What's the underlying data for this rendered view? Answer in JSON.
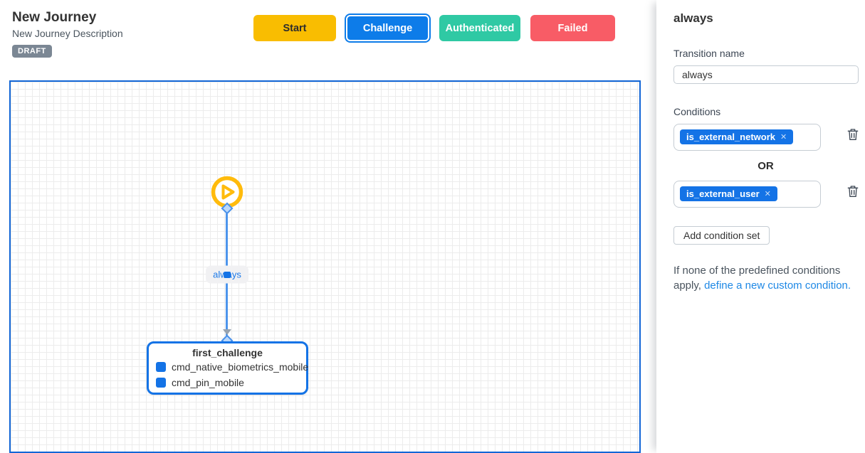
{
  "header": {
    "title": "New Journey",
    "subtitle": "New Journey Description",
    "status_badge": "DRAFT"
  },
  "toolbar": {
    "start": {
      "label": "Start",
      "color": "#f9bd01"
    },
    "challenge": {
      "label": "Challenge",
      "color": "#0d7ce9",
      "selected": true
    },
    "authenticated": {
      "label": "Authenticated",
      "color": "#2fc9a4"
    },
    "failed": {
      "label": "Failed",
      "color": "#f85c66"
    }
  },
  "canvas": {
    "start_node": {
      "icon": "play-circle-icon",
      "color": "#ffbb0c"
    },
    "transition": {
      "label": "always",
      "color": "#1473e6"
    },
    "challenge_node": {
      "title": "first_challenge",
      "border_color": "#1473e6",
      "steps": [
        {
          "icon": "command-square-icon",
          "label": "cmd_native_biometrics_mobile"
        },
        {
          "icon": "command-square-icon",
          "label": "cmd_pin_mobile"
        }
      ]
    }
  },
  "sidebar": {
    "title": "always",
    "transition_name": {
      "label": "Transition name",
      "value": "always"
    },
    "conditions": {
      "label": "Conditions",
      "operator": "OR",
      "chip_color": "#1473e6",
      "close_glyph": "✕",
      "sets": [
        {
          "chip": "is_external_network"
        },
        {
          "chip": "is_external_user"
        }
      ]
    },
    "add_condition_button": "Add condition set",
    "footnote": {
      "text": "If none of the predefined conditions apply, ",
      "link": "define a new custom condition."
    }
  }
}
